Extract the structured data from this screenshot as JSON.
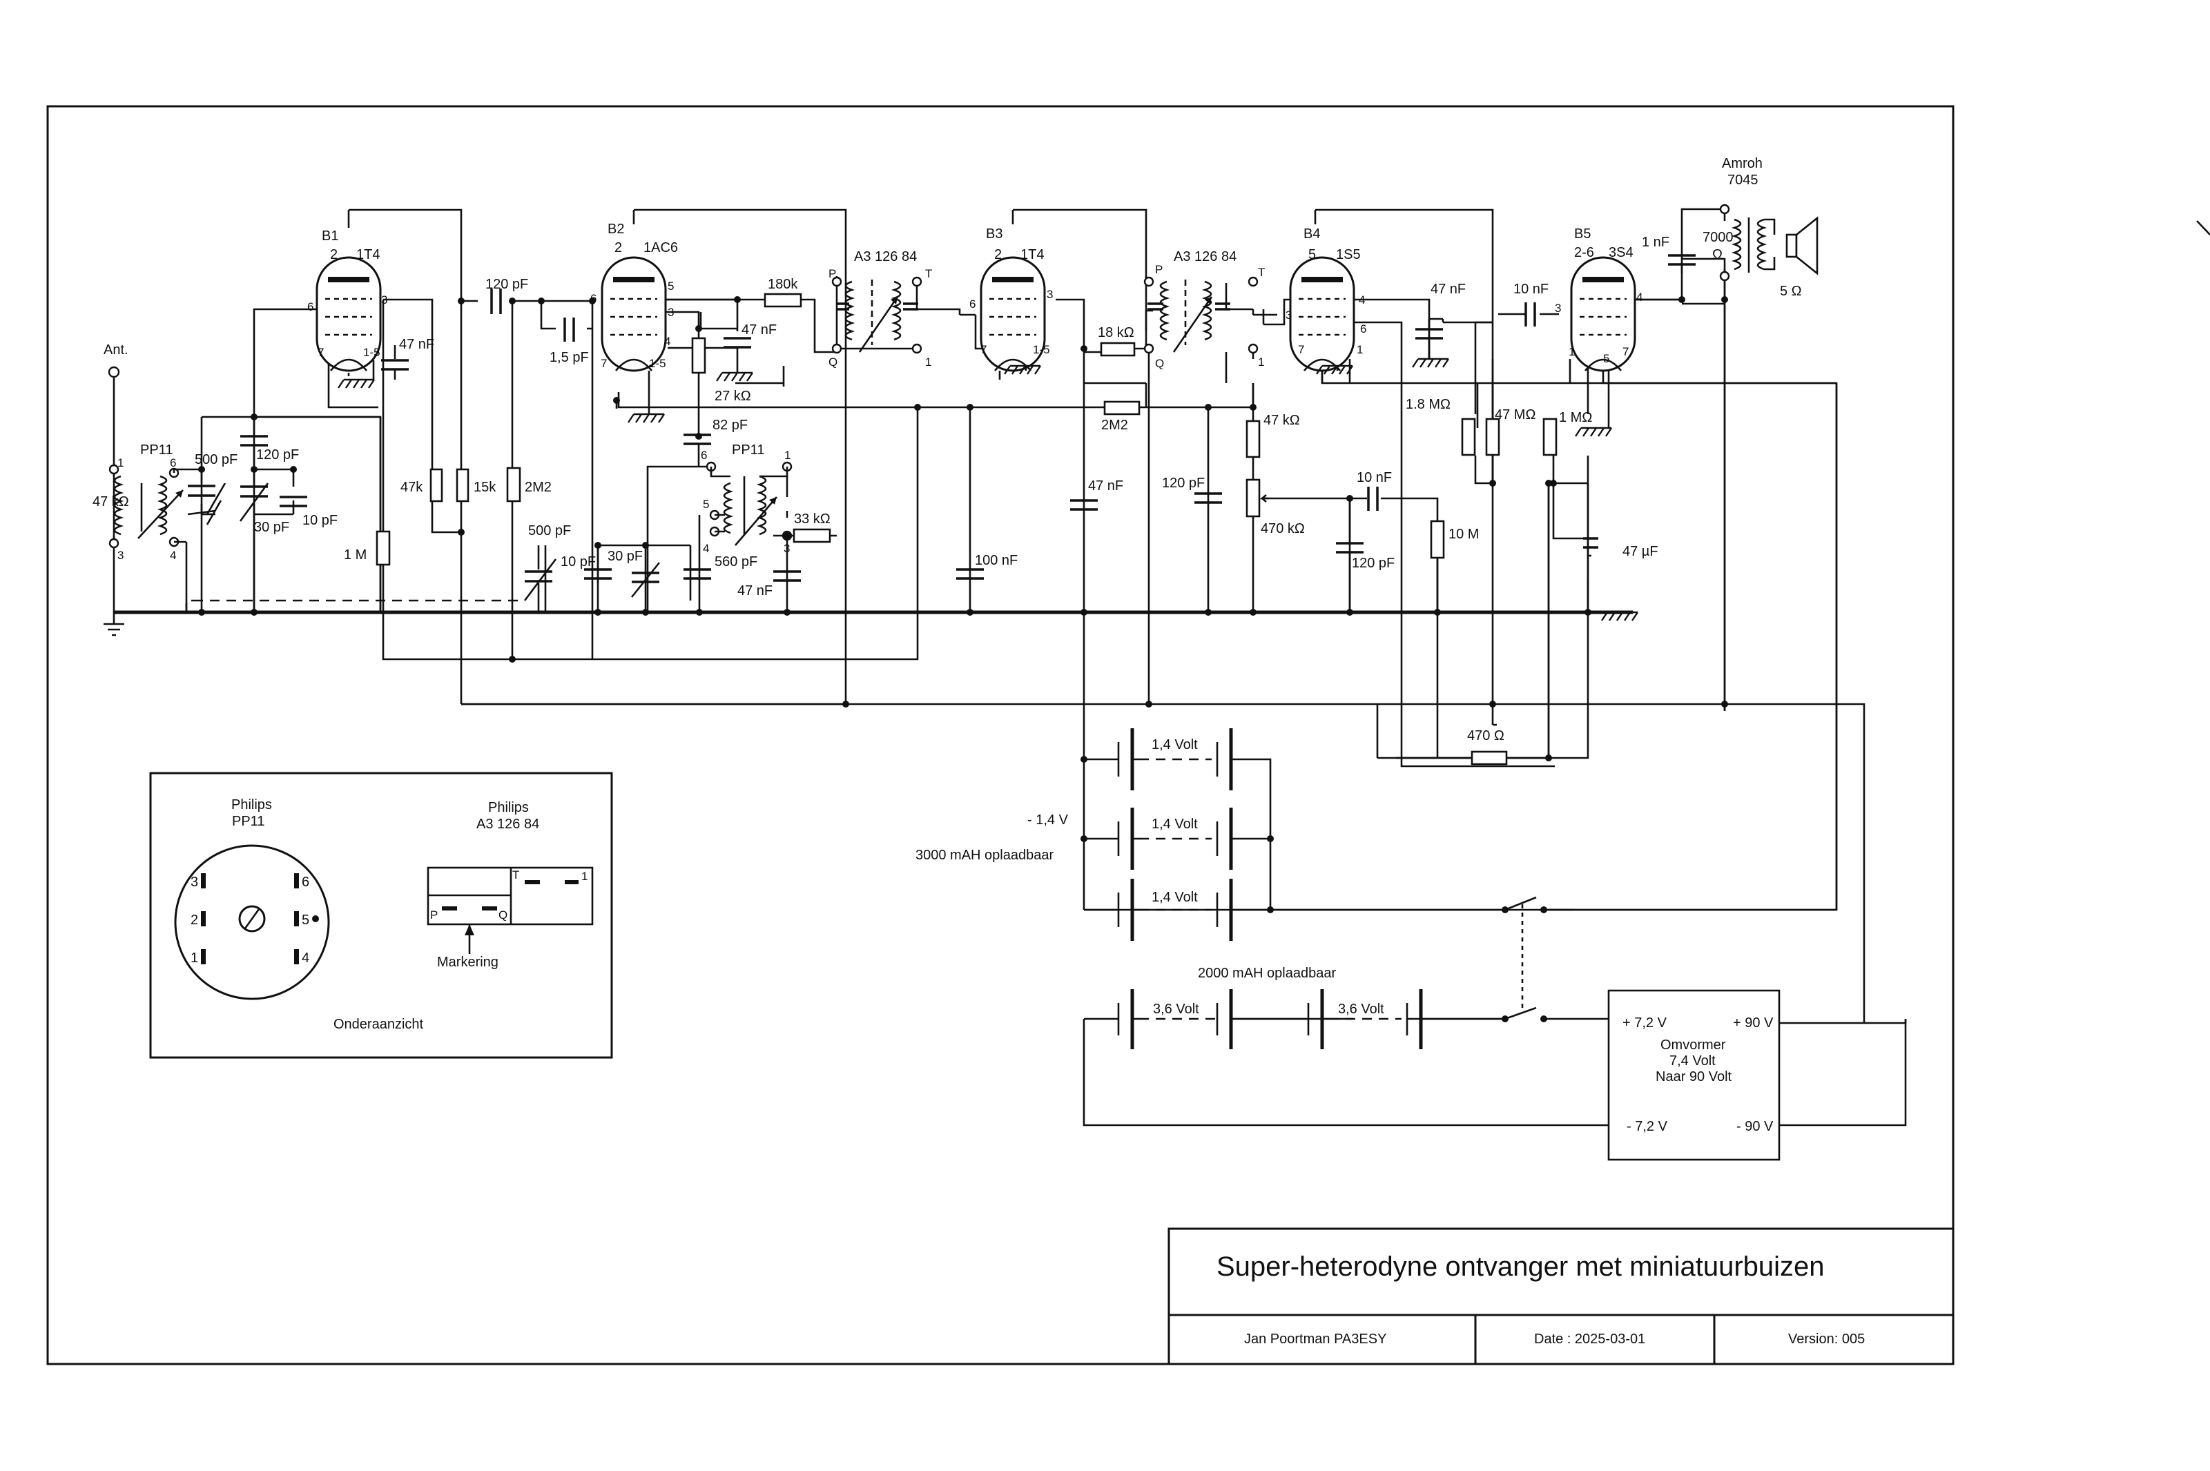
{
  "title_block": {
    "title": "Super-heterodyne ontvanger met miniatuurbuizen",
    "author": "Jan Poortman  PA3ESY",
    "date": "Date : 2025-03-01",
    "version": "Version:  005"
  },
  "tubes": {
    "b1": {
      "ref": "B1",
      "type": "1T4",
      "pin_top": "2",
      "p3": "3",
      "p6": "6",
      "p7": "7",
      "p15": "1-5"
    },
    "b2": {
      "ref": "B2",
      "type": "1AC6",
      "pin_top": "2",
      "p5": "5",
      "p6": "6",
      "p3": "3",
      "p4": "4",
      "p7": "7",
      "p15": "1-5"
    },
    "b3": {
      "ref": "B3",
      "type": "1T4",
      "pin_top": "2",
      "p3": "3",
      "p6": "6",
      "p7": "7",
      "p15": "1-5"
    },
    "b4": {
      "ref": "B4",
      "type": "1S5",
      "pin_top": "5",
      "p4": "4",
      "p3": "3",
      "p6": "6",
      "p7": "7",
      "p1": "1"
    },
    "b5": {
      "ref": "B5",
      "type": "3S4",
      "pin_top": "2-6",
      "p3": "3",
      "p4": "4",
      "p1": "1",
      "p5": "5",
      "p7": "7"
    }
  },
  "antenna": {
    "label": "Ant."
  },
  "coils": {
    "pp11_a": {
      "name": "PP11",
      "p1": "1",
      "p6": "6",
      "p3": "3",
      "p4": "4"
    },
    "pp11_b": {
      "name": "PP11",
      "p6": "6",
      "p1": "1",
      "p5": "5",
      "p4": "4",
      "p3": "3"
    },
    "if1": {
      "name": "A3 126 84",
      "P": "P",
      "T": "T",
      "Q": "Q",
      "one": "1"
    },
    "if2": {
      "name": "A3 126 84",
      "P": "P",
      "T": "T",
      "Q": "Q",
      "one": "1"
    }
  },
  "components": {
    "r_47k_ant": "47 kΩ",
    "c_500pf_a": "500 pF",
    "c_120pf_a": "120 pF",
    "c_30pf_a": "30 pF",
    "c_10pf_a": "10 pF",
    "c_47nf_b1": "47 nF",
    "r_47k": "47k",
    "r_15k": "15k",
    "r_1m": "1 M",
    "c_120pf_b": "120 pF",
    "c_15pf": "1,5 pF",
    "r_2m2_a": "2M2",
    "r_180k": "180k",
    "c_47nf_b2": "47 nF",
    "r_27k": "27 kΩ",
    "c_82pf": "82 pF",
    "c_500pf_b": "500 pF",
    "c_10pf_b": "10 pF",
    "c_30pf_b": "30 pF",
    "c_560pf": "560 pF",
    "r_33k": "33 kΩ",
    "c_47nf_c": "47 nF",
    "c_100nf": "100 nF",
    "r_18k": "18 kΩ",
    "r_2m2_b": "2M2",
    "c_47nf_d": "47 nF",
    "c_120pf_c": "120 pF",
    "r_47k_b": "47 kΩ",
    "pot_470k": "470 kΩ",
    "c_10nf_a": "10 nF",
    "c_120pf_d": "120 pF",
    "r_10m": "10 M",
    "c_47nf_e": "47 nF",
    "r_1_8m": "1.8 MΩ",
    "c_10nf_b": "10 nF",
    "r_47m": "47 MΩ",
    "r_1m_b": "1 MΩ",
    "c_47uf": "47 µF",
    "c_1nf": "1 nF",
    "ohm_7000_a": "7000",
    "ohm_7000_b": "Ω",
    "spk_5": "5 Ω",
    "spk_a": "Amroh",
    "spk_b": "7045",
    "r_470": "470 Ω"
  },
  "power": {
    "cell_a": "1,4 Volt",
    "cell_b": "1,4 Volt",
    "cell_c": "1,4 Volt",
    "minus_14": "- 1,4 V",
    "cap_3000": "3000 mAH  oplaadbaar",
    "cap_2000": "2000 mAH oplaadbaar",
    "cell_d": "3,6 Volt",
    "cell_e": "3,6 Volt",
    "conv_in_p": "+ 7,2 V",
    "conv_out_p": "+ 90 V",
    "conv_1": "Omvormer",
    "conv_2": "7,4 Volt",
    "conv_3": "Naar 90 Volt",
    "conv_in_m": "- 7,2 V",
    "conv_out_m": "- 90 V"
  },
  "legend": {
    "pp11_brand": "Philips",
    "pp11_name": "PP11",
    "if_brand": "Philips",
    "if_name": "A3 126 84",
    "pins": [
      "3",
      "6",
      "2",
      "5",
      "1",
      "4"
    ],
    "box_t": "T",
    "box_1": "1",
    "box_p": "P",
    "box_q": "Q",
    "marking": "Markering",
    "view": "Onderaanzicht"
  }
}
